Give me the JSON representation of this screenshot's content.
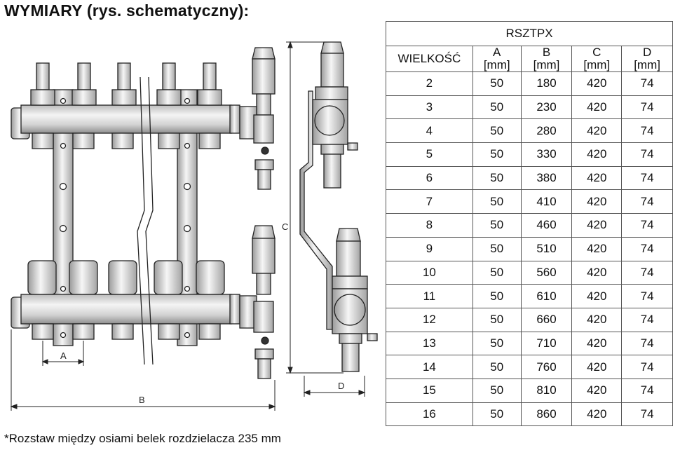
{
  "heading": "WYMIARY (rys. schematyczny):",
  "footnote": "*Rozstaw między osiami belek rozdzielacza 235 mm",
  "drawing_labels": {
    "a": "A",
    "b": "B",
    "c": "C",
    "d": "D"
  },
  "table": {
    "title": "RSZTPX",
    "headers": [
      {
        "name": "WIELKOŚĆ",
        "unit": ""
      },
      {
        "name": "A",
        "unit": "[mm]"
      },
      {
        "name": "B",
        "unit": "[mm]"
      },
      {
        "name": "C",
        "unit": "[mm]"
      },
      {
        "name": "D",
        "unit": "[mm]"
      }
    ],
    "rows": [
      [
        "2",
        "50",
        "180",
        "420",
        "74"
      ],
      [
        "3",
        "50",
        "230",
        "420",
        "74"
      ],
      [
        "4",
        "50",
        "280",
        "420",
        "74"
      ],
      [
        "5",
        "50",
        "330",
        "420",
        "74"
      ],
      [
        "6",
        "50",
        "380",
        "420",
        "74"
      ],
      [
        "7",
        "50",
        "410",
        "420",
        "74"
      ],
      [
        "8",
        "50",
        "460",
        "420",
        "74"
      ],
      [
        "9",
        "50",
        "510",
        "420",
        "74"
      ],
      [
        "10",
        "50",
        "560",
        "420",
        "74"
      ],
      [
        "11",
        "50",
        "610",
        "420",
        "74"
      ],
      [
        "12",
        "50",
        "660",
        "420",
        "74"
      ],
      [
        "13",
        "50",
        "710",
        "420",
        "74"
      ],
      [
        "14",
        "50",
        "760",
        "420",
        "74"
      ],
      [
        "15",
        "50",
        "810",
        "420",
        "74"
      ],
      [
        "16",
        "50",
        "860",
        "420",
        "74"
      ]
    ]
  }
}
